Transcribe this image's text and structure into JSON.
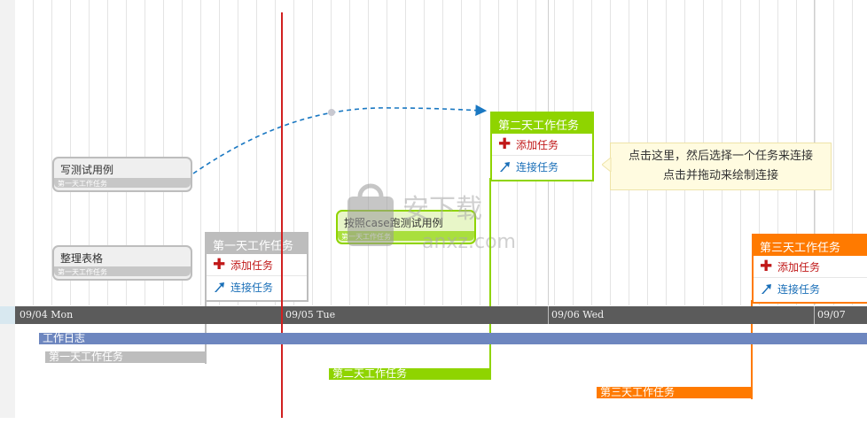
{
  "tasks": {
    "write_test_cases": {
      "title": "写测试用例",
      "sub": "第一天工作任务"
    },
    "organize_table": {
      "title": "整理表格",
      "sub": "第一天工作任务"
    },
    "run_test_cases": {
      "title": "按照case跑测试用例",
      "sub": "第一天工作任务"
    }
  },
  "popups": [
    {
      "header": "第一天工作任务",
      "add_label": "添加任务",
      "link_label": "连接任务",
      "color": "#bdbdbd"
    },
    {
      "header": "第二天工作任务",
      "add_label": "添加任务",
      "link_label": "连接任务",
      "color": "#8fd400"
    },
    {
      "header": "第三天工作任务",
      "add_label": "添加任务",
      "link_label": "连接任务",
      "color": "#ff7a00"
    }
  ],
  "tooltip": {
    "line1": "点击这里，然后选择一个任务来连接",
    "line2": "点击并拖动来绘制连接"
  },
  "timeline": {
    "days": [
      "09/04 Mon",
      "09/05 Tue",
      "09/06 Wed",
      "09/07"
    ]
  },
  "gantt": {
    "log_bar": "工作日志",
    "day1_bar": "第一天工作任务",
    "day2_bar": "第二天工作任务",
    "day3_bar": "第三天工作任务"
  },
  "colors": {
    "today_line": "#d12020",
    "log_bar": "#6d86bf",
    "day1": "#bdbdbd",
    "day2": "#8fd400",
    "day3": "#ff7a00",
    "connector": "#1a78c2"
  },
  "watermark": "anxz.com"
}
